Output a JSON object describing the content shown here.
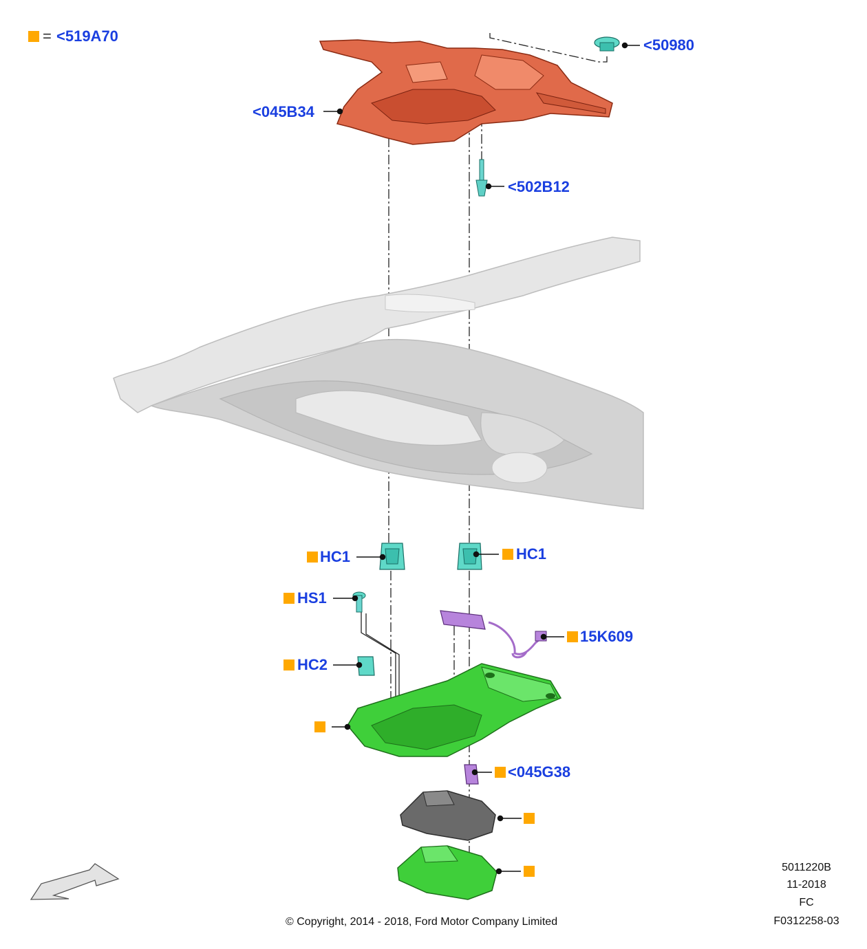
{
  "legend": {
    "symbol_color": "#ffa800",
    "equals": "=",
    "label": "<519A70"
  },
  "callouts": {
    "c50980": "<50980",
    "c045B34": "<045B34",
    "c502B12": "<502B12",
    "hc1_left": "HC1",
    "hc1_right": "HC1",
    "hs1": "HS1",
    "c15K609": "15K609",
    "hc2": "HC2",
    "c045G38": "<045G38"
  },
  "meta": {
    "code": "5011220B",
    "date": "11-2018",
    "region": "FC",
    "figure_id": "F0312258-03"
  },
  "copyright": "© Copyright, 2014 - 2018, Ford Motor Company Limited",
  "colors": {
    "callout_text": "#1a3fe0",
    "marker": "#ffa800",
    "bracket": "#e0603a",
    "headliner": "#d9d9d9",
    "console": "#3fcf3a",
    "clip": "#4fd6c4",
    "harness": "#a46cc9",
    "lens_dark": "#6a6a6a"
  }
}
